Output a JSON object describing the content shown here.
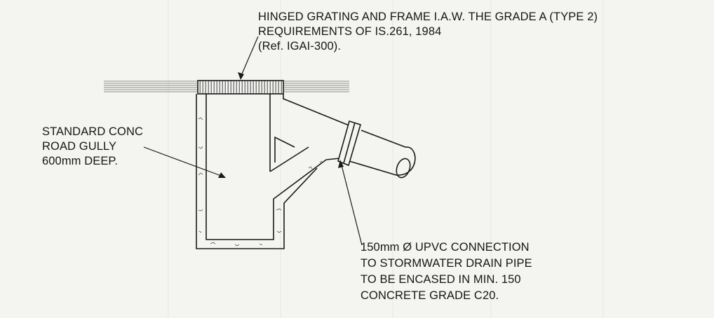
{
  "notes": {
    "grating": [
      "HINGED GRATING AND FRAME I.A.W. THE GRADE A (TYPE 2)",
      "REQUIREMENTS OF IS.261, 1984",
      "(Ref. IGAI-300)."
    ],
    "gully": [
      "STANDARD CONC",
      "ROAD GULLY",
      "600mm DEEP."
    ],
    "connection": [
      "150mm Ø UPVC CONNECTION",
      "TO STORMWATER DRAIN PIPE",
      "TO BE ENCASED IN MIN. 150",
      "CONCRETE GRADE C20."
    ]
  },
  "colors": {
    "background": "#f4f4f1",
    "line": "#1a1a1a",
    "ground": "#8c8c88"
  }
}
